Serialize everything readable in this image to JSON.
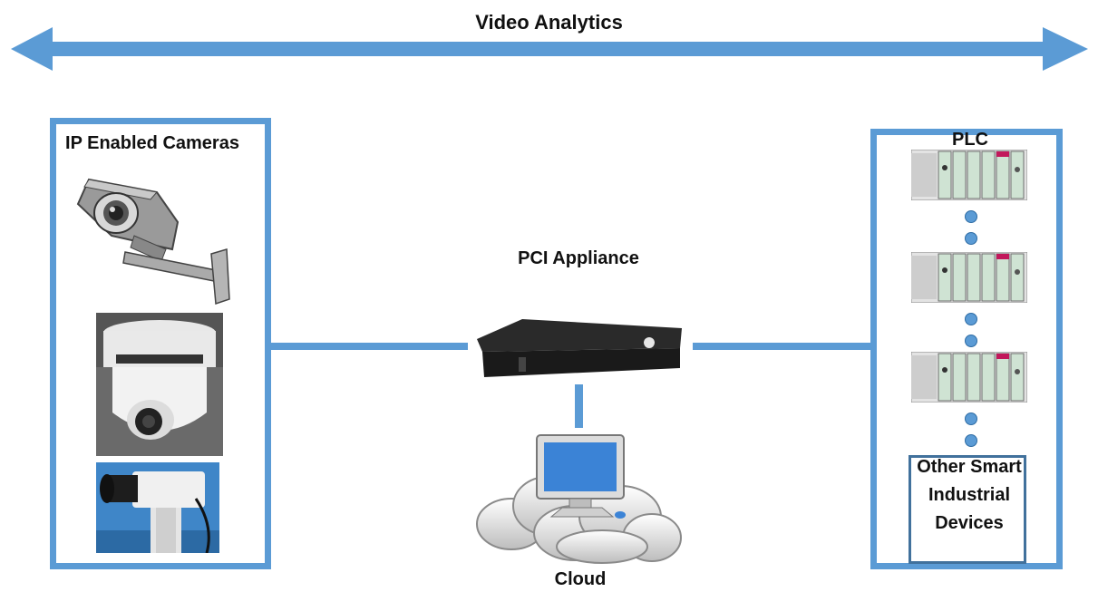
{
  "title": "Video Analytics",
  "cameras": {
    "label": "IP Enabled Cameras"
  },
  "appliance": {
    "label": "PCI Appliance"
  },
  "plc": {
    "label": "PLC"
  },
  "cloud": {
    "label": "Cloud"
  },
  "other_devices": {
    "label": "Other Smart Industrial Devices"
  },
  "colors": {
    "accent": "#5b9bd5",
    "accent_dark": "#41719c"
  },
  "icons": [
    "double-arrow-icon",
    "bullet-camera-icon",
    "dome-camera-icon",
    "box-camera-icon",
    "appliance-icon",
    "plc-rack-icon",
    "cloud-computer-icon"
  ]
}
